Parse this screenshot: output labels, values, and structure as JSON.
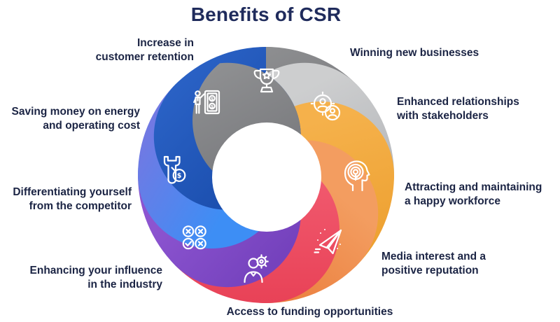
{
  "title": "Benefits of CSR",
  "colors": {
    "background": "#ffffff",
    "title": "#1f2b5c",
    "label": "#1b2444",
    "icon_stroke": "#ffffff",
    "donut_hole": "#ffffff"
  },
  "segments": [
    {
      "id": "winning-new-businesses",
      "icon": "trophy-icon",
      "gradient": [
        "#8f9092",
        "#737478"
      ]
    },
    {
      "id": "enhanced-relationships-with-stakeholders",
      "icon": "stakeholders-icon",
      "gradient": [
        "#cdcecf",
        "#b7b9bc"
      ]
    },
    {
      "id": "attracting-happy-workforce",
      "icon": "head-idea-icon",
      "gradient": [
        "#f5b14b",
        "#eda030"
      ]
    },
    {
      "id": "media-interest-positive-reputation",
      "icon": "paper-plane-icon",
      "gradient": [
        "#f39d60",
        "#eb7f3e"
      ]
    },
    {
      "id": "access-to-funding",
      "icon": "person-gear-icon",
      "gradient": [
        "#f15a6f",
        "#e84156"
      ]
    },
    {
      "id": "enhancing-influence-industry",
      "icon": "approval-badges-icon",
      "gradient": [
        "#8c54d0",
        "#7542bd"
      ]
    },
    {
      "id": "differentiating-from-competitor",
      "icon": "wrench-dollar-icon",
      "gradient": [
        "#7179e3",
        "#3d8ef5"
      ]
    },
    {
      "id": "increase-customer-retention",
      "icon": "person-money-icon",
      "gradient": [
        "#2b63c7",
        "#1a4dac"
      ]
    }
  ],
  "labels": [
    {
      "id": "increase-customer-retention",
      "text": "Increase in\ncustomer retention"
    },
    {
      "id": "saving-money-energy",
      "text": "Saving money on energy\nand operating cost"
    },
    {
      "id": "differentiating-competitor",
      "text": "Differentiating yourself\nfrom the competitor"
    },
    {
      "id": "enhancing-influence",
      "text": "Enhancing your influence\nin the industry"
    },
    {
      "id": "access-to-funding",
      "text": "Access to funding opportunities"
    },
    {
      "id": "winning-new-businesses",
      "text": "Winning new businesses"
    },
    {
      "id": "enhanced-relationships",
      "text": "Enhanced relationships\nwith stakeholders"
    },
    {
      "id": "attracting-workforce",
      "text": "Attracting and maintaining\na happy workforce"
    },
    {
      "id": "media-interest",
      "text": "Media interest and a\npositive reputation"
    }
  ]
}
